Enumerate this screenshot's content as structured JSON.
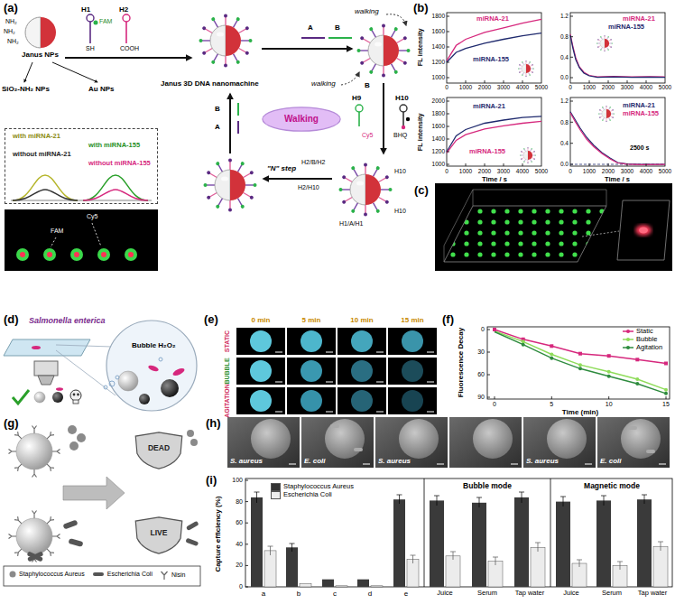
{
  "diagram": {
    "nodes": [
      {
        "text": [
          "with miRNA-21",
          "with miRNA-155",
          "without miRNA-21",
          "without miRNA-155"
        ]
      },
      {
        "text": [
          "Walking"
        ]
      },
      {
        "text": [
          "DEAD"
        ]
      },
      {
        "text": [
          "LIVE"
        ]
      }
    ],
    "labels": [
      "(a)",
      "H1",
      "FAM",
      "SH",
      "H2",
      "COOH",
      "NH₂",
      "NH₂",
      "NH₂",
      "Janus NPs",
      "SiO₂-NH₂ NPs",
      "Au NPs",
      "Janus 3D DNA nanomachine",
      "A",
      "B",
      "walking",
      "walking",
      "B",
      "H9",
      "H10",
      "Cy5",
      "BHQ",
      "H2/B/H2",
      "H2/H10",
      "H1/A/H1",
      "H10",
      "H10",
      "\"N\" step",
      "B",
      "A",
      "Cy5",
      "FAM",
      "(b)",
      "miRNA-21",
      "miRNA-155",
      "FL intensity",
      "1800",
      "1600",
      "1400",
      "1200",
      "1000",
      "0",
      "1000",
      "2000",
      "3000",
      "4000",
      "5000",
      "miRNA-21",
      "miRNA-155",
      "1.2",
      "0.8",
      "0.4",
      "0.0",
      "0",
      "1000",
      "2000",
      "3000",
      "4000",
      "5000",
      "miRNA-21",
      "miRNA-155",
      "FL intensity",
      "2000",
      "1800",
      "1600",
      "1400",
      "1200",
      "1000",
      "0",
      "1000",
      "2000",
      "3000",
      "4000",
      "5000",
      "Time / s",
      "miRNA-21",
      "miRNA-155",
      "2500 s",
      "1.2",
      "0.8",
      "0.4",
      "0.0",
      "0",
      "1000",
      "2000",
      "3000",
      "4000",
      "5000",
      "Time / s",
      "(c)",
      "(d)",
      "Salmonella enterica",
      "Bubble H₂O₂",
      "(e)",
      "0 min",
      "5 min",
      "10 min",
      "15 min",
      "STATIC",
      "BUBBLE",
      "AGITATION",
      "(f)",
      "Fluorescence Decay",
      "0",
      "30",
      "60",
      "90",
      "0",
      "5",
      "10",
      "15",
      "Time (min)",
      "(g)",
      "(h)",
      "S. aureus",
      "E. coli",
      "S. aureus",
      "S. aureus",
      "E. coli",
      "(i)",
      "Capture efficiency (%)",
      "0",
      "20",
      "40",
      "60",
      "80",
      "100",
      "a",
      "b",
      "c",
      "d",
      "e",
      "Bubble mode",
      "Juice",
      "Serum",
      "Tap water",
      "Magnetic mode",
      "Juice",
      "Serum",
      "Tap water"
    ],
    "legend": [
      {
        "text": "Static"
      },
      {
        "text": "Bubble"
      },
      {
        "text": "Agitation"
      },
      {
        "text": "Staphylococcus Aureus"
      },
      {
        "text": "Escherichia Coli"
      },
      {
        "text": "Nisin"
      },
      {
        "text": "Staphylococcus Aureus",
        "color": "#333333"
      },
      {
        "text": "Escherichia Coli",
        "color": "#eeeeee"
      }
    ]
  }
}
